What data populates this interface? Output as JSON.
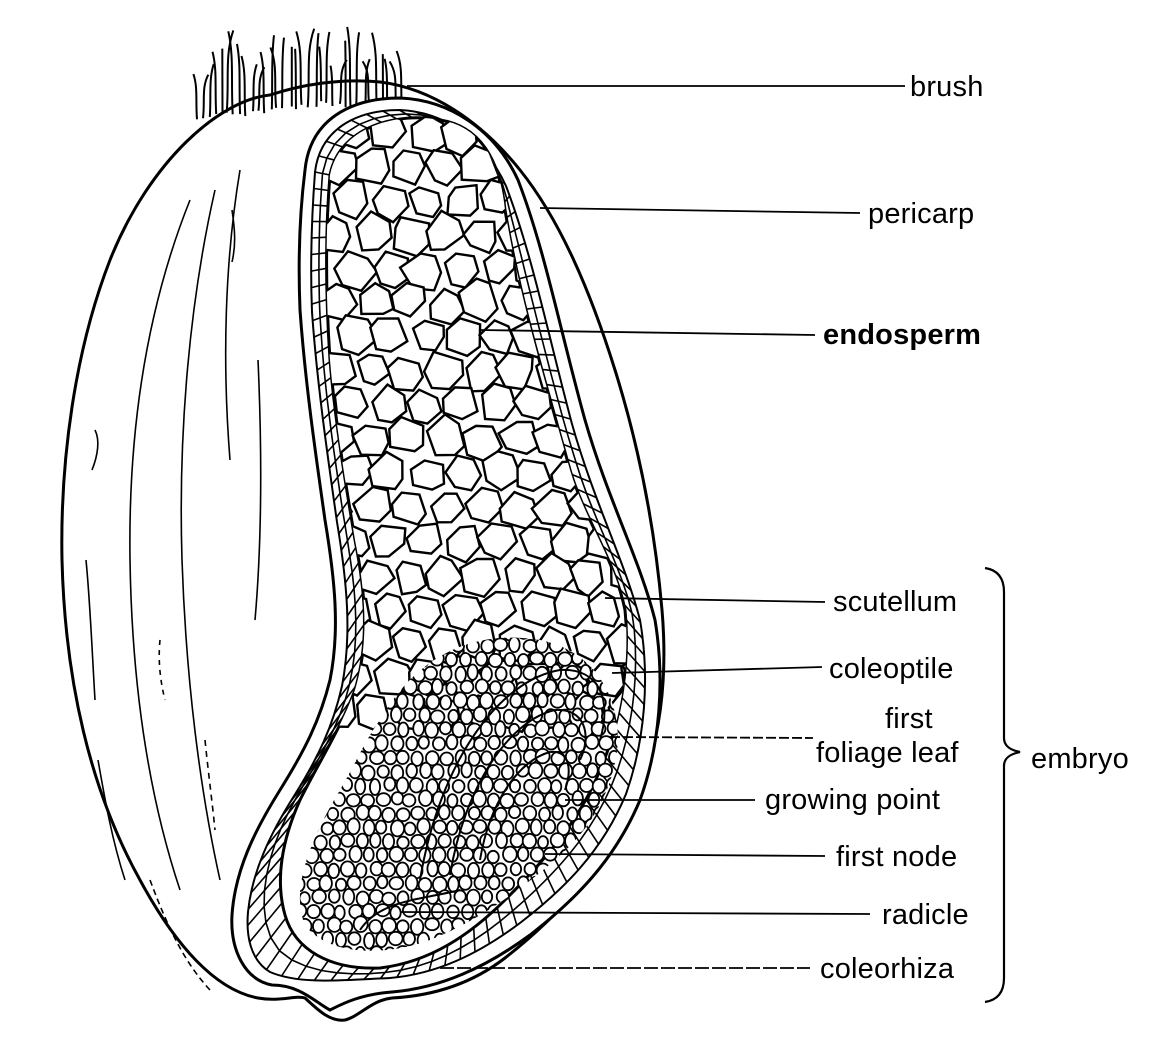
{
  "labels": {
    "brush": "brush",
    "pericarp": "pericarp",
    "endosperm": "endosperm",
    "scutellum": "scutellum",
    "coleoptile": "coleoptile",
    "first_foliage_leaf_line1": "first",
    "first_foliage_leaf_line2": "foliage leaf",
    "growing_point": "growing point",
    "first_node": "first node",
    "radicle": "radicle",
    "coleorhiza": "coleorhiza",
    "embryo": "embryo"
  },
  "colors": {
    "ink": "#000000",
    "paper": "#ffffff"
  }
}
